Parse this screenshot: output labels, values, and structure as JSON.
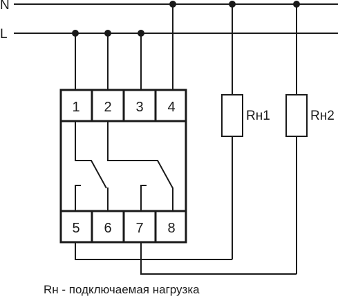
{
  "lines": {
    "neutral_label": "N",
    "phase_label": "L"
  },
  "relay": {
    "top_terminals": [
      "1",
      "2",
      "3",
      "4"
    ],
    "bottom_terminals": [
      "5",
      "6",
      "7",
      "8"
    ]
  },
  "loads": [
    {
      "label": "Rн1"
    },
    {
      "label": "Rн2"
    }
  ],
  "caption": "Rн - подключаемая нагрузка"
}
